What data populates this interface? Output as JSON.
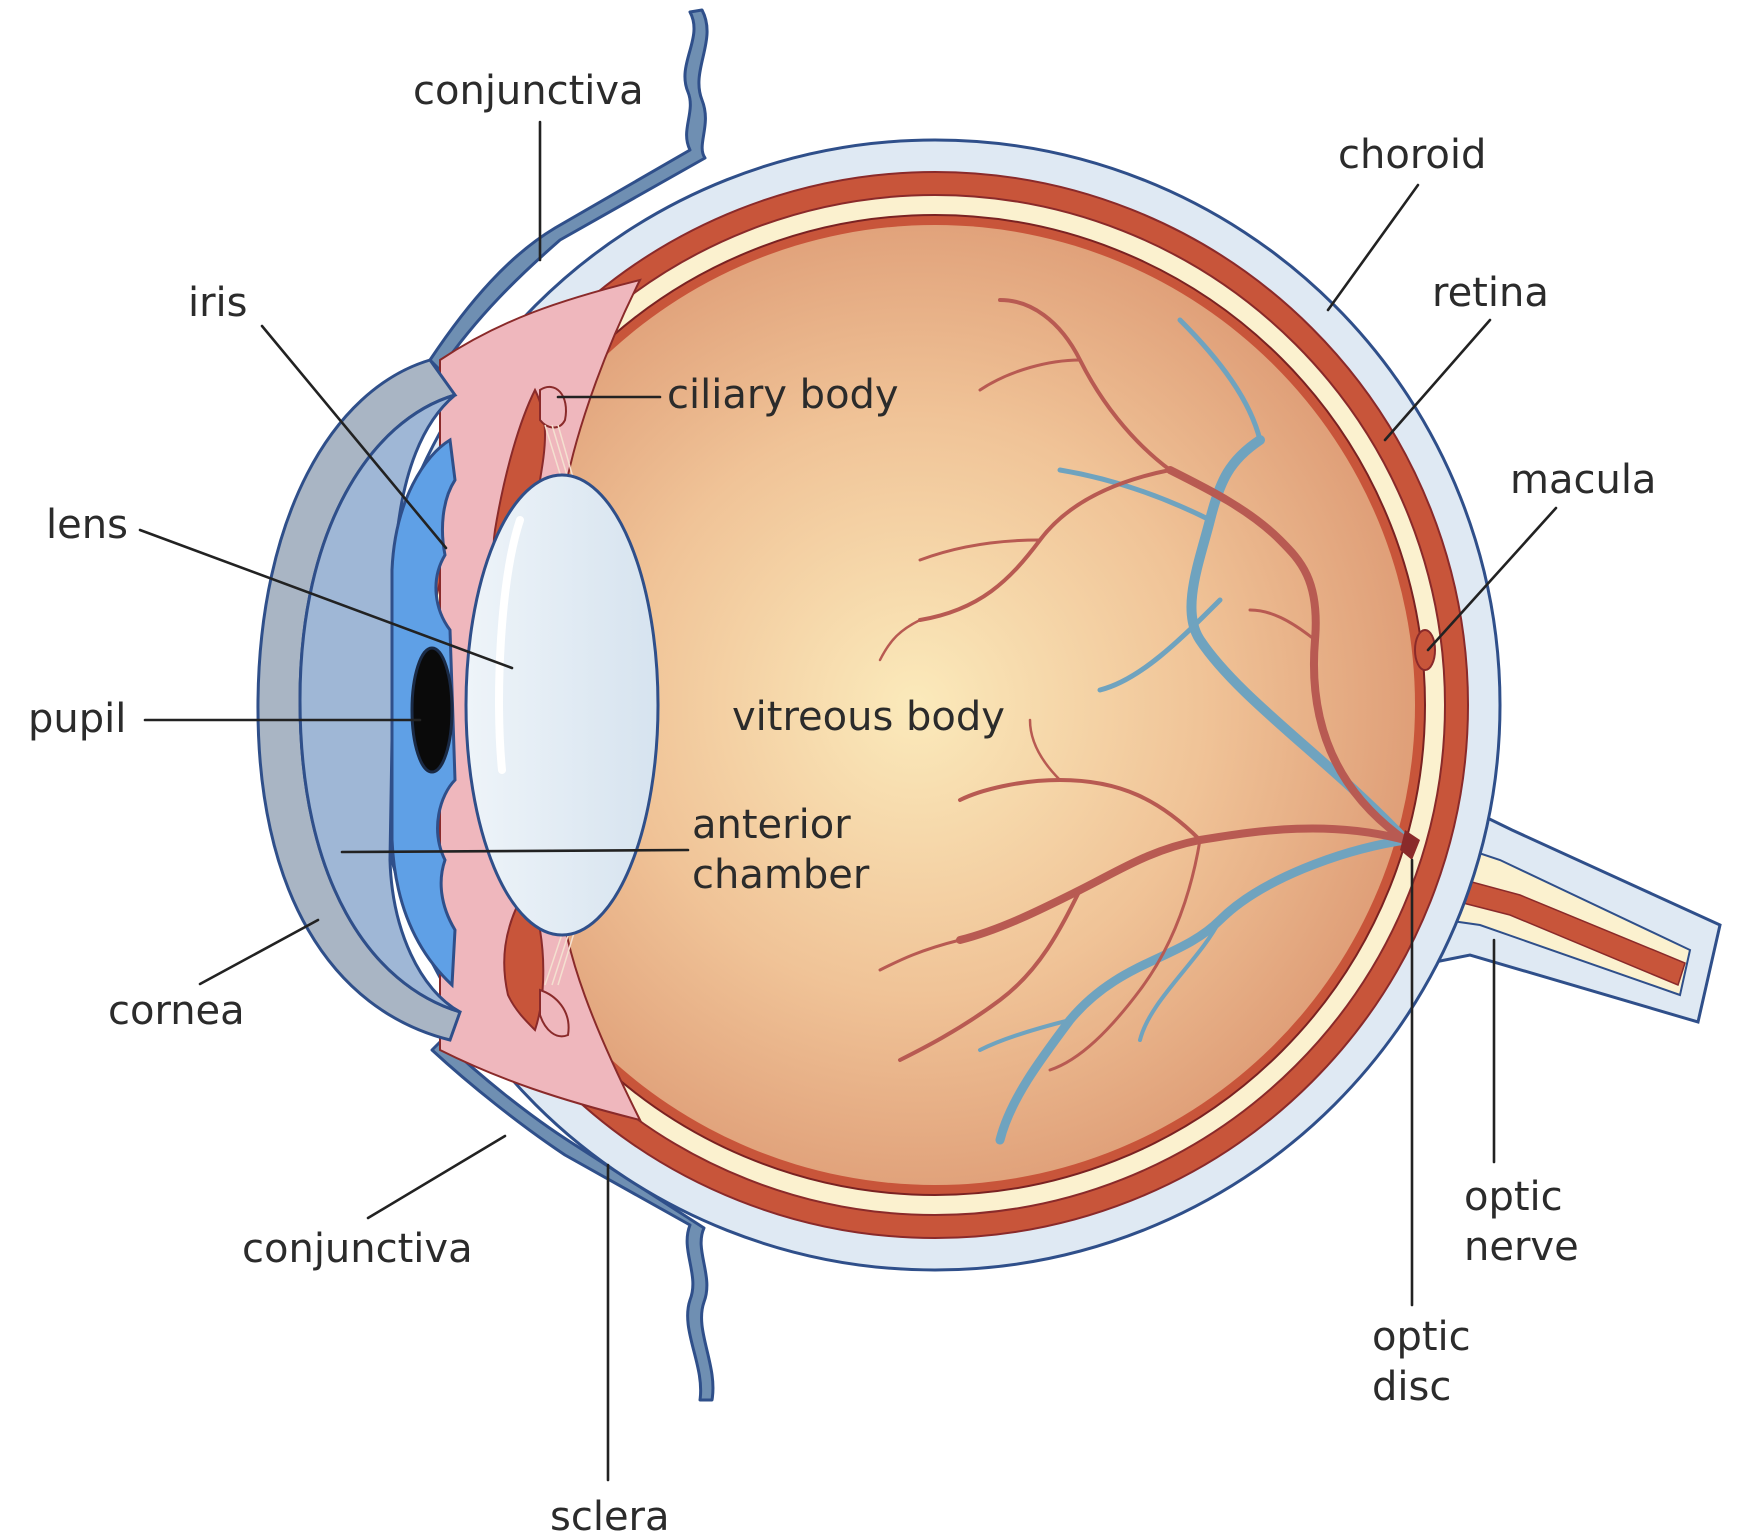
{
  "labels": {
    "conjunctiva_top": "conjunctiva",
    "choroid": "choroid",
    "retina": "retina",
    "iris": "iris",
    "ciliary_body": "ciliary body",
    "macula": "macula",
    "lens": "lens",
    "pupil": "pupil",
    "vitreous_body": "vitreous body",
    "anterior_chamber_1": "anterior",
    "anterior_chamber_2": "chamber",
    "cornea": "cornea",
    "conjunctiva_bottom": "conjunctiva",
    "optic_nerve_1": "optic",
    "optic_nerve_2": "nerve",
    "optic_disc_1": "optic",
    "optic_disc_2": "disc",
    "sclera": "sclera"
  },
  "colors": {
    "sclera": "#dfe9f3",
    "outline": "#2f4f8a",
    "choroid": "#c8553a",
    "retina": "#fbf1cf",
    "vitreous_center": "#fbe6b4",
    "vitreous_edge": "#e3a27c",
    "artery": "#b85a52",
    "vein": "#6fa3bf",
    "cornea": "#a9b5c4",
    "anterior_chamber": "#9fb7d6",
    "iris": "#5fa0e6",
    "ciliary": "#efb7bd",
    "lens": "#dde8f2",
    "conjunctiva": "#6f8fb2"
  },
  "icons": {
    "eye": "eye-cross-section-illustration"
  }
}
